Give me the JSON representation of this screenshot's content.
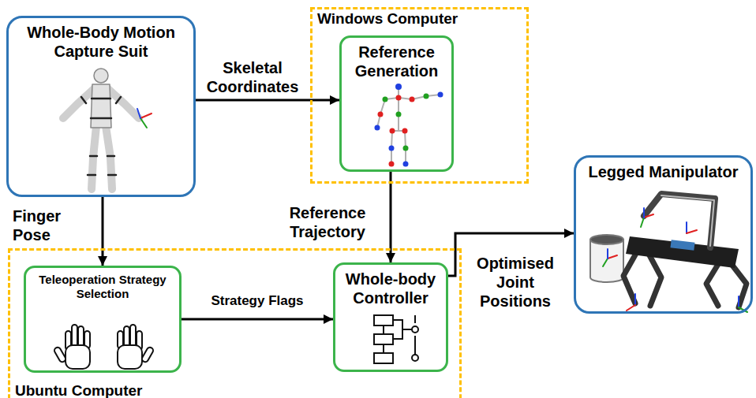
{
  "diagram": {
    "nodes": [
      {
        "text": [
          "Whole-Body Motion Capture Suit"
        ]
      },
      {
        "text": [
          "Windows Computer"
        ]
      },
      {
        "text": [
          "Reference Generation"
        ],
        "in": 1
      },
      {
        "text": [
          "Legged Manipulator"
        ]
      },
      {
        "text": [
          "Ubuntu Computer"
        ]
      },
      {
        "text": [
          "Teleoperation Strategy Selection"
        ],
        "in": 4
      },
      {
        "text": [
          "Whole-body Controller"
        ],
        "in": 4
      }
    ],
    "edges": [
      {
        "from": 0,
        "to": 2,
        "arrow": "to",
        "label": "Skeletal Coordinates"
      },
      {
        "from": 0,
        "to": 5,
        "arrow": "to",
        "label": "Finger Pose"
      },
      {
        "from": 2,
        "to": 6,
        "arrow": "to",
        "label": "Reference Trajectory"
      },
      {
        "from": 5,
        "to": 6,
        "arrow": "to",
        "label": "Strategy Flags"
      },
      {
        "from": 6,
        "to": 3,
        "arrow": "to",
        "label": "Optimised Joint Positions"
      }
    ]
  }
}
